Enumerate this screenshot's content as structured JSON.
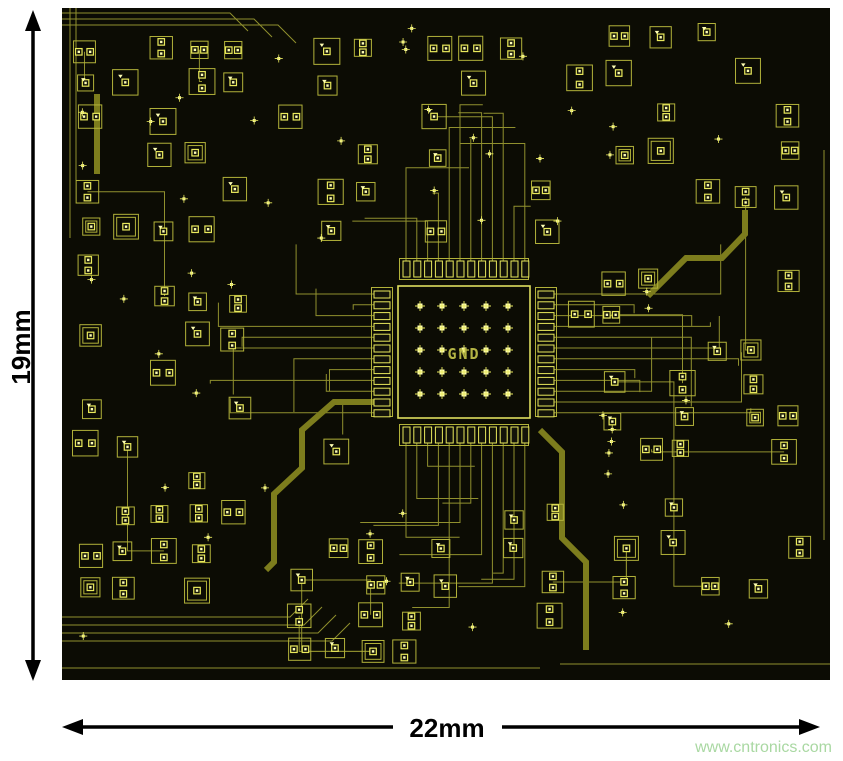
{
  "dimensions": {
    "height": "19mm",
    "width": "22mm"
  },
  "chip": {
    "label": "GND"
  },
  "watermark": {
    "text": "www.cntronics.com"
  },
  "colors": {
    "page_bg": "#ffffff",
    "board_bg": "#0c0c04",
    "pad": "#e9e95c",
    "pad_bright": "#ffffb4",
    "outline": "#b2b23a",
    "trace": "#90902e",
    "thick_trace": "#7d7d1d",
    "chip_body": "#dede5e",
    "chip_label": "#b4b445",
    "dimension": "#000000",
    "watermark": "#a9d8a2"
  }
}
